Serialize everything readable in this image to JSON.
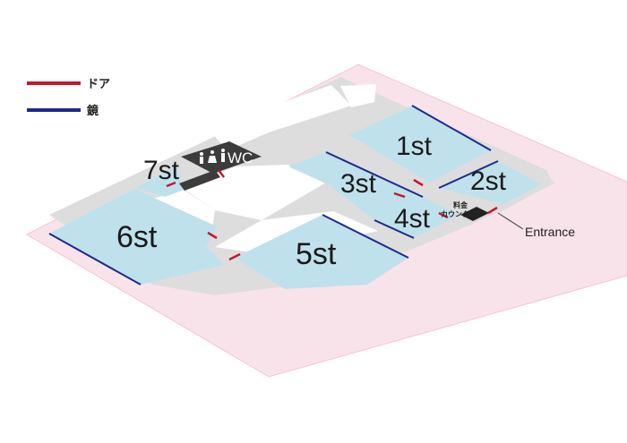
{
  "legend": {
    "door": {
      "label": "ドア",
      "color": "#c5172e"
    },
    "mirror": {
      "label": "鏡",
      "color": "#1c2b8a"
    }
  },
  "studios": {
    "s1": "1st",
    "s2": "2st",
    "s3": "3st",
    "s4": "4st",
    "s5": "5st",
    "s6": "6st",
    "s7": "7st"
  },
  "wc": {
    "label": "WC",
    "icon": "restroom-icon"
  },
  "counter": {
    "line1": "料金",
    "line2": "カウンター"
  },
  "entrance": {
    "label": "Entrance"
  },
  "colors": {
    "pink": "#f9e3ea",
    "pink_edge": "#f2b9c9",
    "gray": "#dedede",
    "studio": "#bfe1ec",
    "dark": "#3c3c3c"
  }
}
